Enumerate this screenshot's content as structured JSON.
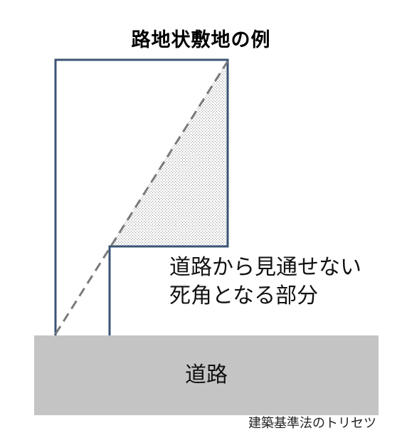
{
  "title": "路地状敷地の例",
  "annotation": {
    "line1": "道路から見通せない",
    "line2": "死角となる部分"
  },
  "road_label": "道路",
  "credit": "建築基準法のトリセツ",
  "colors": {
    "outline": "#3a5475",
    "road": "#c4c4c4",
    "sightline": "#7a7a7a",
    "blind_fill": "#cfcfcf"
  }
}
